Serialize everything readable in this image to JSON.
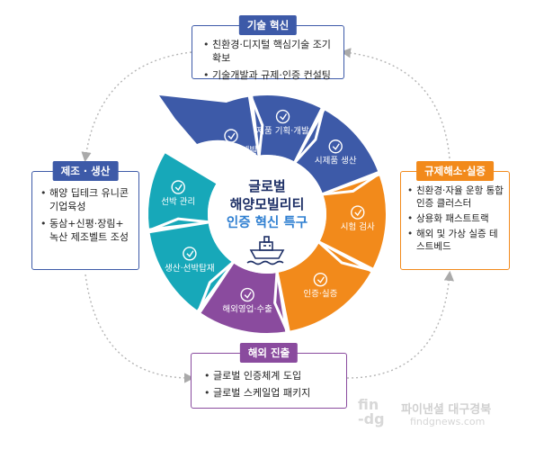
{
  "colors": {
    "navy": "#3d5aa8",
    "teal": "#17a8b9",
    "orange": "#f28a1b",
    "purple": "#8a4b9e",
    "center_text": "#1d2f66",
    "center_accent": "#2f7fd1"
  },
  "center": {
    "line1": "글로벌",
    "line2": "해양모빌리티",
    "line3": "인증 혁신 특구",
    "icon": "ship-icon"
  },
  "segments": [
    {
      "label": "기술 기준 개발",
      "color": "navy",
      "icon": "recycle-icon"
    },
    {
      "label": "제품 기획·개발",
      "color": "navy",
      "icon": "blueprint-icon"
    },
    {
      "label": "시제품 생산",
      "color": "navy",
      "icon": "robot-arm-icon"
    },
    {
      "label": "시험 검사",
      "color": "orange",
      "icon": "magnifier-icon"
    },
    {
      "label": "인증·실증",
      "color": "orange",
      "icon": "certificate-icon"
    },
    {
      "label": "해외영업·수출",
      "color": "purple",
      "icon": "globe-icon"
    },
    {
      "label": "생산·선박탑재",
      "color": "teal",
      "icon": "crane-icon"
    },
    {
      "label": "선박 관리",
      "color": "teal",
      "icon": "gear-icon"
    }
  ],
  "boxes": {
    "top": {
      "title": "기술 혁신",
      "items": [
        "친환경·디지털 핵심기술 조기 확보",
        "기술개발과 규제·인증 컨설팅"
      ]
    },
    "left": {
      "title": "제조 · 생산",
      "items": [
        "해양 딥테크 유니콘 기업육성",
        "동삼+신평·장림+ 녹산 제조벨트 조성"
      ]
    },
    "right": {
      "title": "규제해소·실증",
      "items": [
        "친환경·자율 운항 통합인증 클러스터",
        "상용화 패스트트랙",
        "해외 및 가상 실증 테스트베드"
      ]
    },
    "bottom": {
      "title": "해외 진출",
      "items": [
        "글로벌 인증체계 도입",
        "글로벌 스케일업 패키지"
      ]
    }
  },
  "watermark": {
    "logo_line1": "fin",
    "logo_line2": "-dg",
    "name": "파이낸셜 대구경북",
    "url": "findgnews.com"
  }
}
